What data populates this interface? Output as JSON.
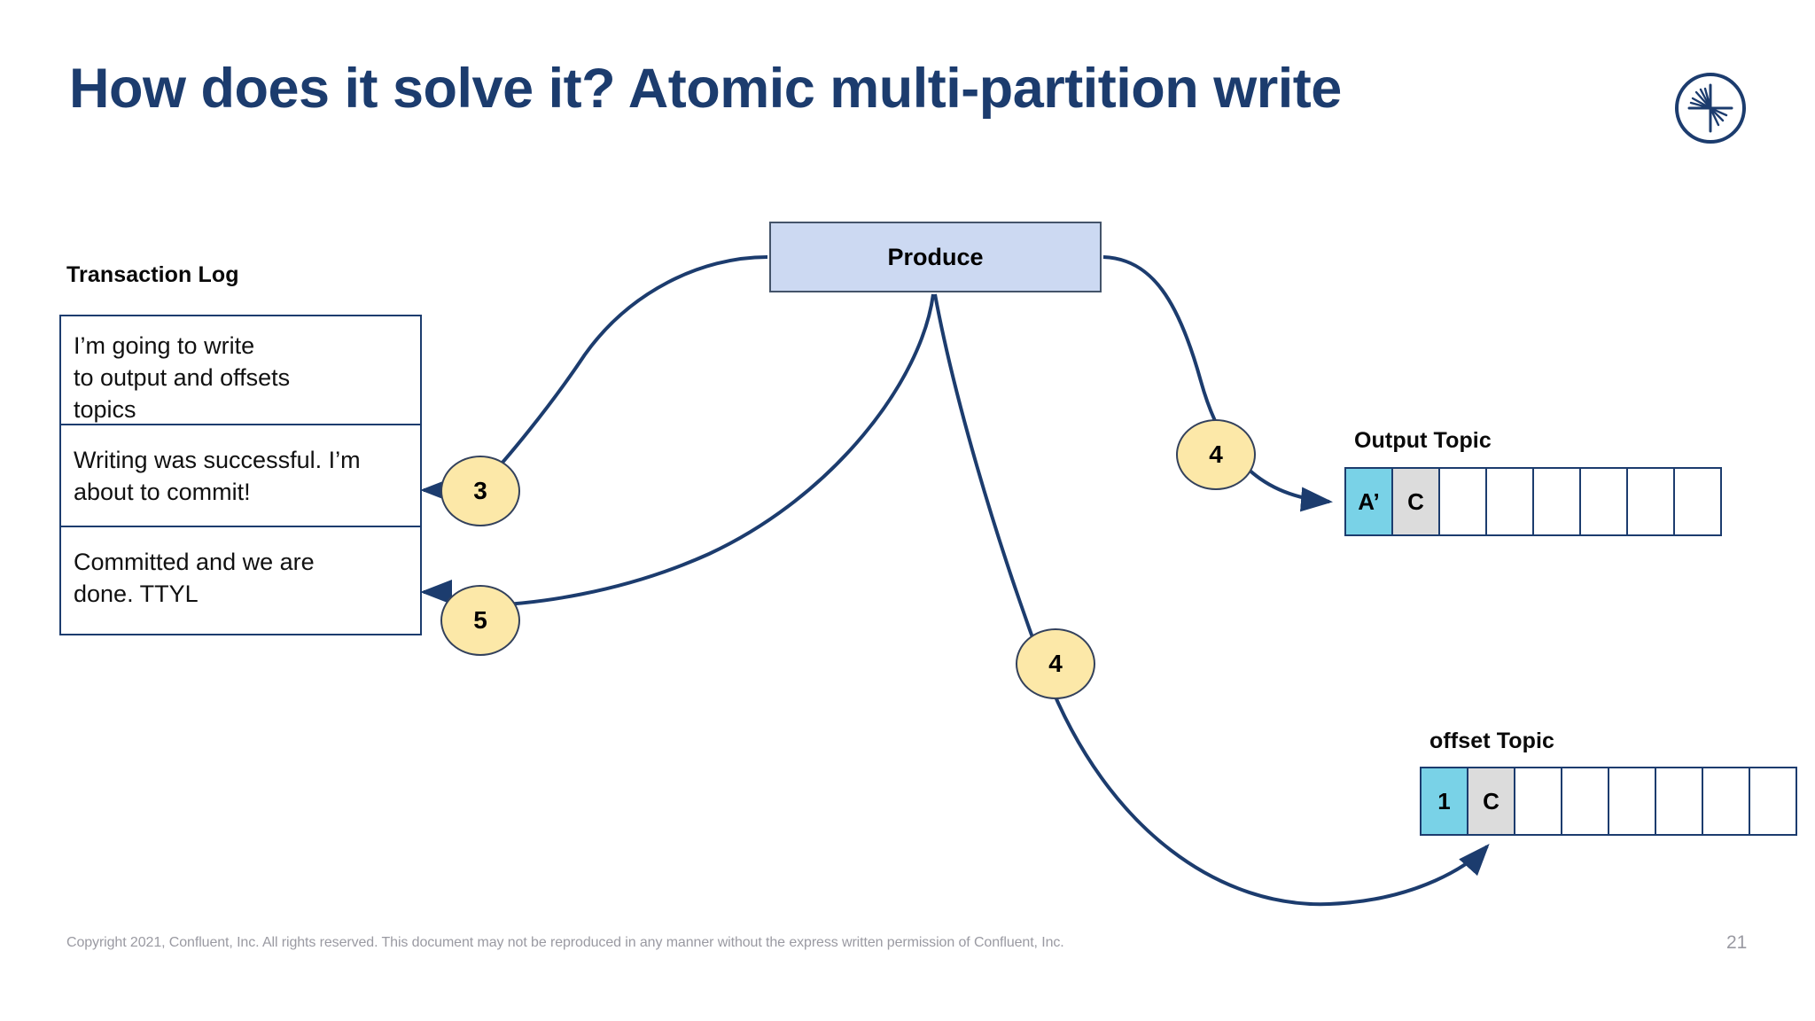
{
  "slide": {
    "title": "How does it solve it? Atomic multi-partition write",
    "page_number": "21",
    "copyright": "Copyright 2021, Confluent, Inc. All rights reserved. This document may not be reproduced in any manner without the express written permission of Confluent, Inc."
  },
  "brand": {
    "logo_name": "confluent-starburst-logo",
    "logo_color": "#1c3c6e"
  },
  "transaction_log": {
    "heading": "Transaction Log",
    "entries": [
      {
        "text": "I’m going to write\nto output and offsets\ntopics"
      },
      {
        "text": "Writing was successful. I’m\nabout to commit!"
      },
      {
        "text": "Committed and we are\ndone. TTYL"
      }
    ]
  },
  "producer": {
    "label": "Produce",
    "fill": "#ccd9f2",
    "border": "#44546a"
  },
  "topics": [
    {
      "id": "output-topic",
      "heading": "Output Topic",
      "cells": [
        {
          "label": "A’",
          "fill": "cyan"
        },
        {
          "label": "C",
          "fill": "gray"
        },
        {
          "label": "",
          "fill": "none"
        },
        {
          "label": "",
          "fill": "none"
        },
        {
          "label": "",
          "fill": "none"
        },
        {
          "label": "",
          "fill": "none"
        },
        {
          "label": "",
          "fill": "none"
        },
        {
          "label": "",
          "fill": "none"
        }
      ]
    },
    {
      "id": "offset-topic",
      "heading": "offset Topic",
      "cells": [
        {
          "label": "1",
          "fill": "cyan"
        },
        {
          "label": "C",
          "fill": "gray"
        },
        {
          "label": "",
          "fill": "none"
        },
        {
          "label": "",
          "fill": "none"
        },
        {
          "label": "",
          "fill": "none"
        },
        {
          "label": "",
          "fill": "none"
        },
        {
          "label": "",
          "fill": "none"
        },
        {
          "label": "",
          "fill": "none"
        }
      ]
    }
  ],
  "steps": [
    {
      "id": "step-3",
      "label": "3",
      "describes": "produce-to-transaction-log-write-successful"
    },
    {
      "id": "step-5",
      "label": "5",
      "describes": "produce-to-transaction-log-committed"
    },
    {
      "id": "step-4a",
      "label": "4",
      "describes": "produce-to-output-topic"
    },
    {
      "id": "step-4b",
      "label": "4",
      "describes": "produce-to-offset-topic"
    }
  ],
  "colors": {
    "accent_navy": "#1c3c6e",
    "cell_cyan": "#79d2e7",
    "cell_gray": "#dcdcdc",
    "step_yellow": "#fce8a8",
    "produce_blue": "#ccd9f2",
    "footer_gray": "#9a9aa2"
  }
}
